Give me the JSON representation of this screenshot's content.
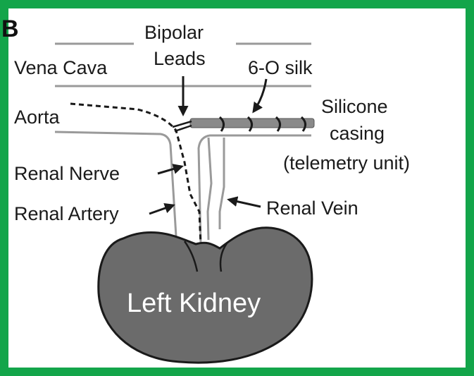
{
  "panel_label": "B",
  "labels": {
    "vena_cava": "Vena Cava",
    "bipolar": "Bipolar",
    "leads": "Leads",
    "silk": "6-O silk",
    "aorta": "Aorta",
    "silicone": "Silicone",
    "casing": "casing",
    "telemetry": "(telemetry unit)",
    "renal_nerve": "Renal Nerve",
    "renal_artery": "Renal Artery",
    "renal_vein": "Renal Vein",
    "left_kidney": "Left Kidney"
  },
  "colors": {
    "border": "#13a54a",
    "kidney_fill": "#6b6b6b",
    "vessel": "#9a9a9a",
    "casing": "#8a8a8a",
    "ink": "#1a1a1a"
  }
}
